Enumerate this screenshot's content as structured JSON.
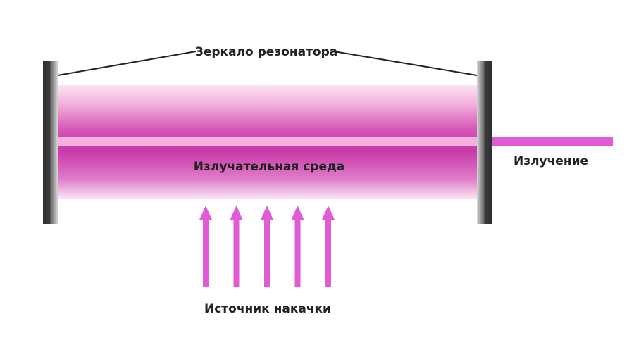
{
  "labels": {
    "mirror": "Зеркало резонатора",
    "medium": "Излучательная среда",
    "output": "Излучение",
    "pump": "Источник накачки"
  },
  "colors": {
    "beam": "#e25bd6",
    "medium_core": "#c83aa8",
    "medium_edge": "#f9d9ee",
    "mirror_dark": "#3a3a3a",
    "mirror_light": "#d8d8d8",
    "leader_line": "#222222",
    "text": "#222222"
  },
  "pump": {
    "arrow_count": 5
  }
}
